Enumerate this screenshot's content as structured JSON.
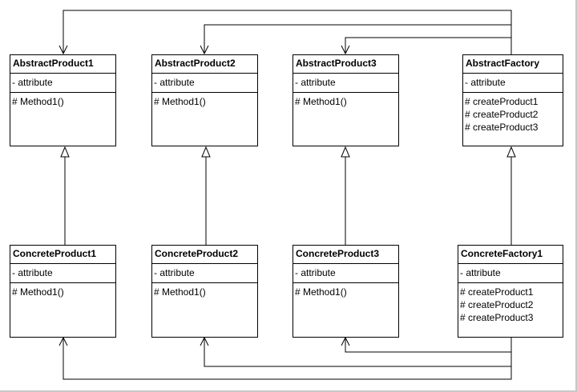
{
  "abstract_product_1": {
    "name": "AbstractProduct1",
    "attribute": "- attribute",
    "operations": [
      "# Method1()"
    ]
  },
  "abstract_product_2": {
    "name": "AbstractProduct2",
    "attribute": "- attribute",
    "operations": [
      "# Method1()"
    ]
  },
  "abstract_product_3": {
    "name": "AbstractProduct3",
    "attribute": "- attribute",
    "operations": [
      "# Method1()"
    ]
  },
  "abstract_factory": {
    "name": "AbstractFactory",
    "attribute": "- attribute",
    "operations": [
      "# createProduct1",
      "# createProduct2",
      "# createProduct3"
    ]
  },
  "concrete_product_1": {
    "name": "ConcreteProduct1",
    "attribute": "- attribute",
    "operations": [
      "# Method1()"
    ]
  },
  "concrete_product_2": {
    "name": "ConcreteProduct2",
    "attribute": "- attribute",
    "operations": [
      "# Method1()"
    ]
  },
  "concrete_product_3": {
    "name": "ConcreteProduct3",
    "attribute": "- attribute",
    "operations": [
      "# Method1()"
    ]
  },
  "concrete_factory_1": {
    "name": "ConcreteFactory1",
    "attribute": "- attribute",
    "operations": [
      "# createProduct1",
      "# createProduct2",
      "# createProduct3"
    ]
  }
}
